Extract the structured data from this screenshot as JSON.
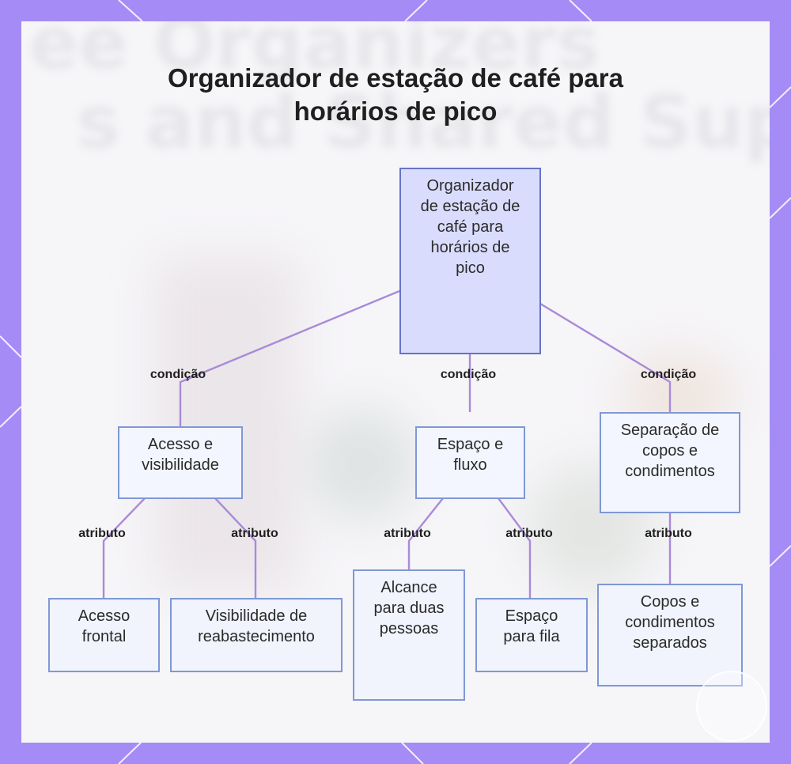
{
  "title": "Organizador de estação de café para horários de pico",
  "colors": {
    "frame": "#a58bf5",
    "panel": "#f6f5f8",
    "root_fill": "#d9dcfc",
    "root_border": "#6573c7",
    "node_fill": "#f1f3fd",
    "node_border": "#7f98d6",
    "connector": "#a98ad8"
  },
  "nodes": {
    "root": "Organizador de estação de café para horários de pico",
    "acesso_visibilidade": "Acesso e visibilidade",
    "espaco_fluxo": "Espaço e fluxo",
    "separacao": "Separação de copos e condimentos",
    "acesso_frontal": "Acesso frontal",
    "visibilidade_reabastecimento": "Visibilidade de reabastecimento",
    "alcance_duas_pessoas": "Alcance para duas pessoas",
    "espaco_fila": "Espaço para fila",
    "copos_separados": "Copos e condimentos separados"
  },
  "edge_labels": {
    "condicao_1": "condição",
    "condicao_2": "condição",
    "condicao_3": "condição",
    "atributo_1": "atributo",
    "atributo_2": "atributo",
    "atributo_3": "atributo",
    "atributo_4": "atributo",
    "atributo_5": "atributo"
  }
}
